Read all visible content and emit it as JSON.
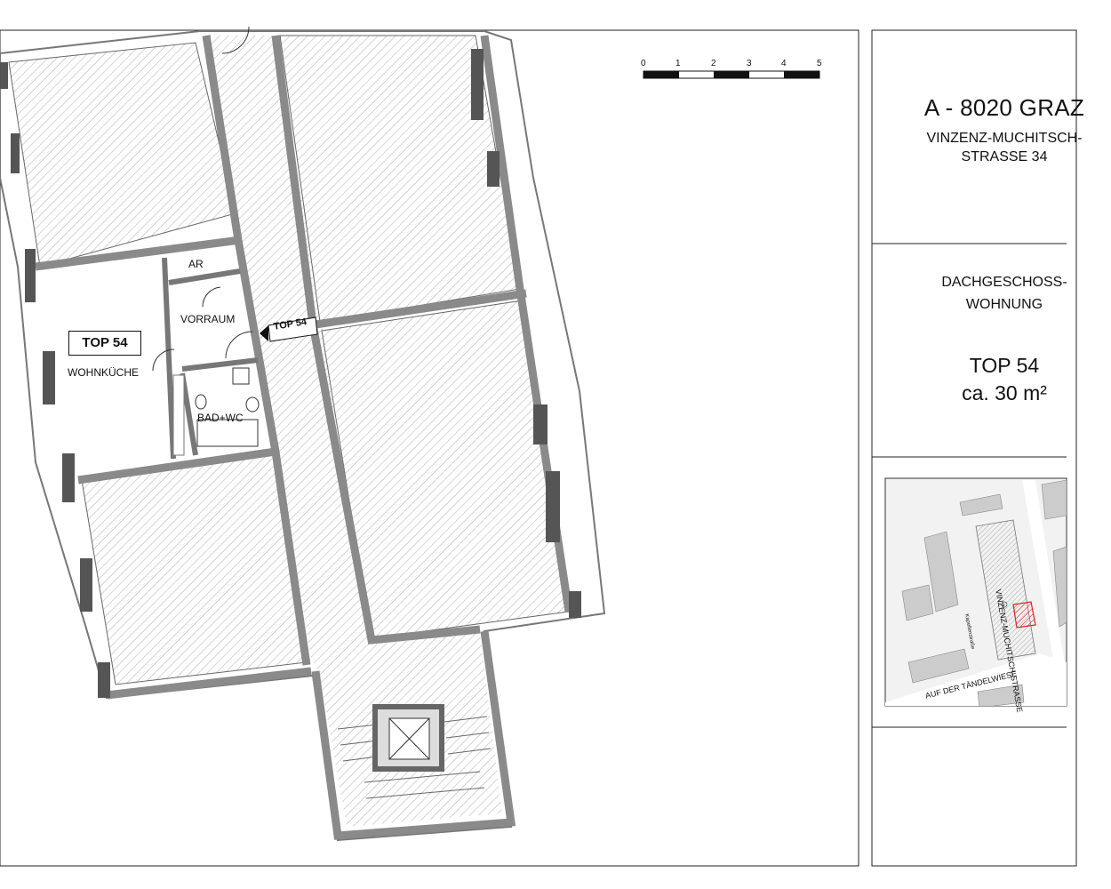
{
  "title_block": {
    "city": "A - 8020 GRAZ",
    "street_line1": "VINZENZ-MUCHITSCH-",
    "street_line2": "STRASSE 34",
    "floor_line1": "DACHGESCHOSS-",
    "floor_line2": "WOHNUNG",
    "unit": "TOP 54",
    "area": "ca. 30 m²"
  },
  "scale_bar": {
    "labels": [
      "0",
      "1",
      "2",
      "3",
      "4",
      "5"
    ]
  },
  "rooms": {
    "wohnkueche": "WOHNKÜCHE",
    "vorraum": "VORRAUM",
    "ar": "AR",
    "bad_wc": "BAD+WC",
    "unit_box": "TOP 54",
    "entrance_tag": "TOP 54"
  },
  "site_map": {
    "street_main": "VINZENZ-MUCHITSCH-STRASSE",
    "street_bottom": "AUF DER TÄNDELWIESE",
    "street_side": "Kapellenstraße"
  },
  "colors": {
    "wall": "#8a8a8a",
    "window_dark": "#555555",
    "hatch": "#aaaaaa",
    "highlight": "#e02020"
  }
}
